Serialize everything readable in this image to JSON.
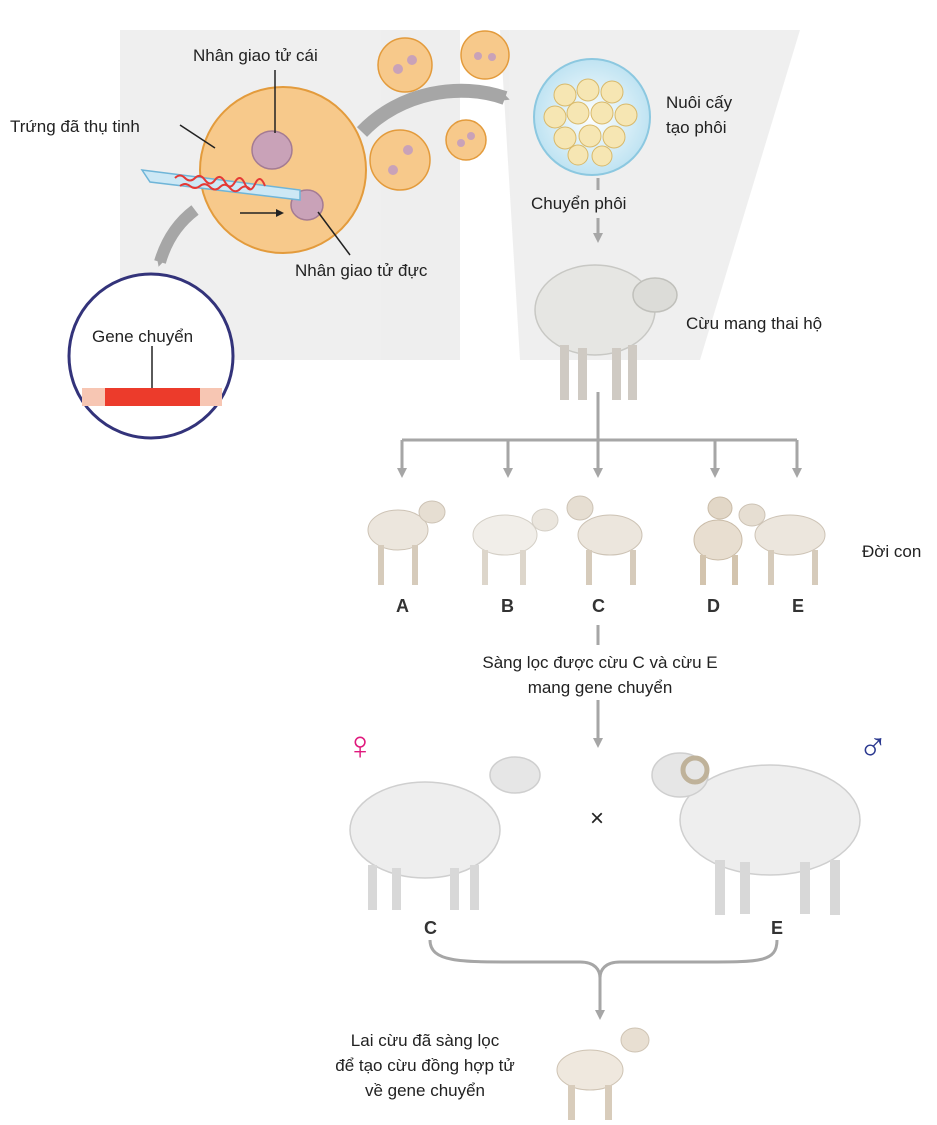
{
  "labels": {
    "female_nucleus": "Nhân giao tử cái",
    "fertilized_egg": "Trứng đã thụ tinh",
    "male_nucleus": "Nhân giao tử đực",
    "transgene": "Gene chuyển",
    "culture_line1": "Nuôi cấy",
    "culture_line2": "tạo phôi",
    "embryo_transfer": "Chuyển phôi",
    "surrogate": "Cừu mang thai hộ",
    "offspring": "Đời con",
    "screening_line1": "Sàng lọc được cừu C và cừu E",
    "screening_line2": "mang gene chuyển",
    "cross_sign": "×",
    "final_line1": "Lai cừu đã sàng lọc",
    "final_line2": "để tạo cừu đồng hợp tử",
    "final_line3": "về gene chuyển"
  },
  "offspring_letters": [
    "A",
    "B",
    "C",
    "D",
    "E"
  ],
  "parents": {
    "female_letter": "C",
    "male_letter": "E"
  },
  "symbols": {
    "female": "♀",
    "male": "♂"
  },
  "colors": {
    "female_symbol": "#e0197d",
    "male_symbol": "#2b3990",
    "egg_fill": "#f7c98b",
    "egg_stroke": "#e39b3c",
    "nucleus": "#c9a2b8",
    "transgene_bar": "#ec3b2b",
    "magnifier_ring": "#33337a",
    "arrow_gray": "#a6a6a6"
  }
}
